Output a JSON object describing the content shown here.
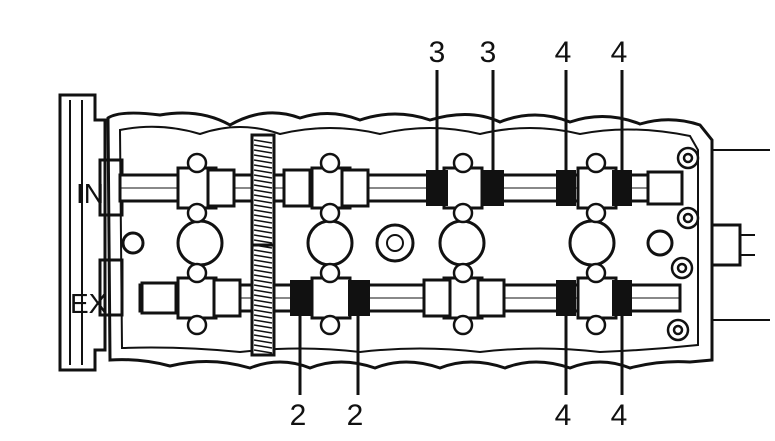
{
  "diagram": {
    "shaft_labels": {
      "intake": "IN",
      "exhaust": "EX"
    },
    "top_callouts": [
      "3",
      "3",
      "4",
      "4"
    ],
    "bottom_callouts": [
      "2",
      "2",
      "4",
      "4"
    ]
  }
}
